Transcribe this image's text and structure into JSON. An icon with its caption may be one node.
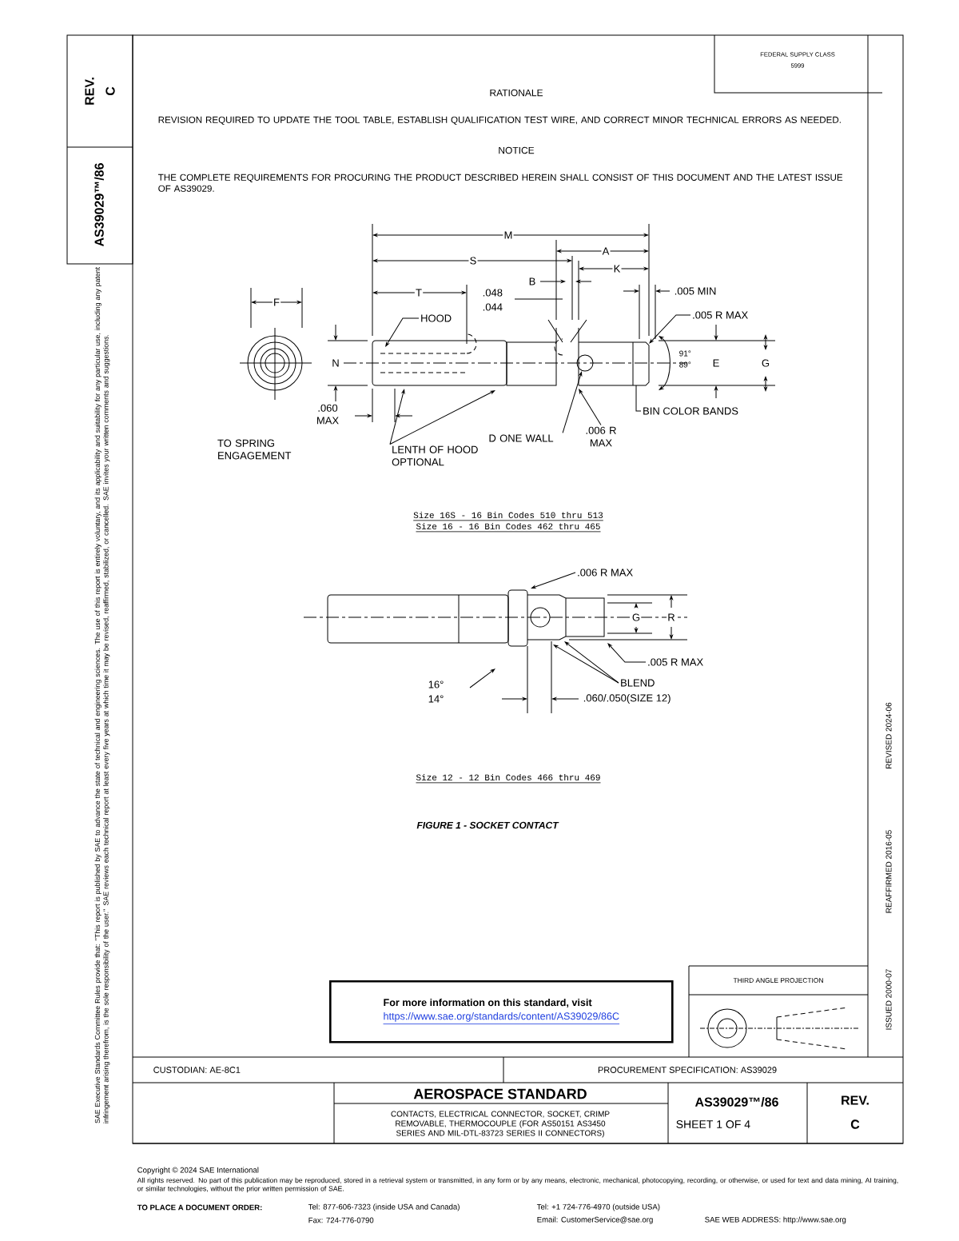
{
  "diagram": {
    "caption": "FIGURE 1 - SOCKET CONTACT",
    "nodes": [
      {
        "text": [
          "For more information on this standard, visit",
          "https://www.sae.org/standards/content/AS39029/86C"
        ]
      },
      {
        "text": [
          "HOOD"
        ]
      },
      {
        "text": [
          ".005 R MAX"
        ]
      },
      {
        "text": [
          "BIN COLOR BANDS"
        ]
      },
      {
        "text": [
          "D ONE WALL"
        ]
      },
      {
        "text": [
          ".006 R MAX"
        ]
      },
      {
        "text": [
          "LENTH OF HOOD OPTIONAL"
        ]
      },
      {
        "text": [
          ".006 R MAX"
        ]
      },
      {
        "text": [
          ".005 R MAX"
        ]
      },
      {
        "text": [
          "BLEND"
        ]
      },
      {
        "text": [],
        "shape": "picture"
      },
      {
        "text": [],
        "shape": "picture"
      }
    ],
    "edges": [
      {
        "from": 1,
        "to": 10,
        "arrow": "to"
      },
      {
        "from": 2,
        "to": 10,
        "arrow": "to"
      },
      {
        "from": 3,
        "to": 10,
        "arrow": "none"
      },
      {
        "from": 4,
        "to": 10,
        "arrow": "to"
      },
      {
        "from": 5,
        "to": 10,
        "arrow": "to"
      },
      {
        "from": 6,
        "to": 10,
        "arrow": "to"
      },
      {
        "from": 6,
        "to": 10,
        "arrow": "to"
      },
      {
        "from": 7,
        "to": 11,
        "arrow": "to"
      },
      {
        "from": 8,
        "to": 11,
        "arrow": "to"
      },
      {
        "from": 9,
        "to": 11,
        "arrow": "to"
      },
      {
        "from": 9,
        "to": 11,
        "arrow": "to"
      }
    ],
    "labels": [
      "FEDERAL SUPPLY CLASS",
      "5999",
      "REV.",
      "C",
      "AS39029™/86",
      "RATIONALE",
      "REVISION REQUIRED TO UPDATE THE TOOL TABLE, ESTABLISH QUALIFICATION TEST WIRE, AND CORRECT MINOR TECHNICAL ERRORS AS NEEDED.",
      "NOTICE",
      "THE COMPLETE REQUIREMENTS FOR PROCURING THE PRODUCT DESCRIBED HEREIN SHALL CONSIST OF THIS DOCUMENT AND THE LATEST ISSUE OF AS39029.",
      "F",
      "M",
      "S",
      "A",
      "K",
      "B",
      "T",
      ".048",
      ".044",
      ".005 MIN",
      "N",
      "91°",
      "89°",
      "E",
      "G",
      ".060 MAX",
      "TO SPRING ENGAGEMENT",
      "Size 16S - 16   Bin Codes 510 thru 513",
      "Size 16 - 16   Bin Codes 462 thru 465",
      "G",
      "R",
      "16°",
      "14°",
      ".060/.050(SIZE 12)",
      "Size 12 - 12   Bin Codes 466 thru 469",
      "SAE Executive Standards Committee Rules provide that: \"This report is published by SAE to advance the state of technical and engineering sciences. The use of this report is entirely voluntary, and its applicability and suitability for any particular use, including any patent infringement arising therefrom, is the sole responsibility of the user.\" SAE reviews each technical report at least every five years at which time it may be revised, reaffirmed, stabilized, or cancelled. SAE invites your written comments and suggestions.",
      "ISSUED 2000-07",
      "REAFFIRMED 2016-05",
      "REVISED 2024-06",
      "THIRD ANGLE PROJECTION",
      "CUSTODIAN: AE-8C1",
      "PROCUREMENT SPECIFICATION: AS39029",
      "AEROSPACE STANDARD",
      "CONTACTS, ELECTRICAL CONNECTOR, SOCKET, CRIMP REMOVABLE, THERMOCOUPLE (FOR AS50151 AS3450 SERIES AND MIL-DTL-83723 SERIES II CONNECTORS)",
      "AS39029™/86",
      "SHEET 1 OF 4",
      "REV.",
      "C",
      "Copyright © 2024 SAE International",
      "All rights reserved. No part of this publication may be reproduced, stored in a retrieval system or transmitted, in any form or by any means, electronic, mechanical, photocopying, recording, or otherwise, or used for text and data mining, AI training, or similar technologies, without the prior written permission of SAE.",
      "TO PLACE A DOCUMENT ORDER:",
      "Tel: 877-606-7323 (inside USA and Canada)",
      "Fax: 724-776-0790",
      "Tel: +1 724-776-4970 (outside USA)",
      "Email: CustomerService@sae.org",
      "SAE WEB ADDRESS: http://www.sae.org"
    ]
  }
}
